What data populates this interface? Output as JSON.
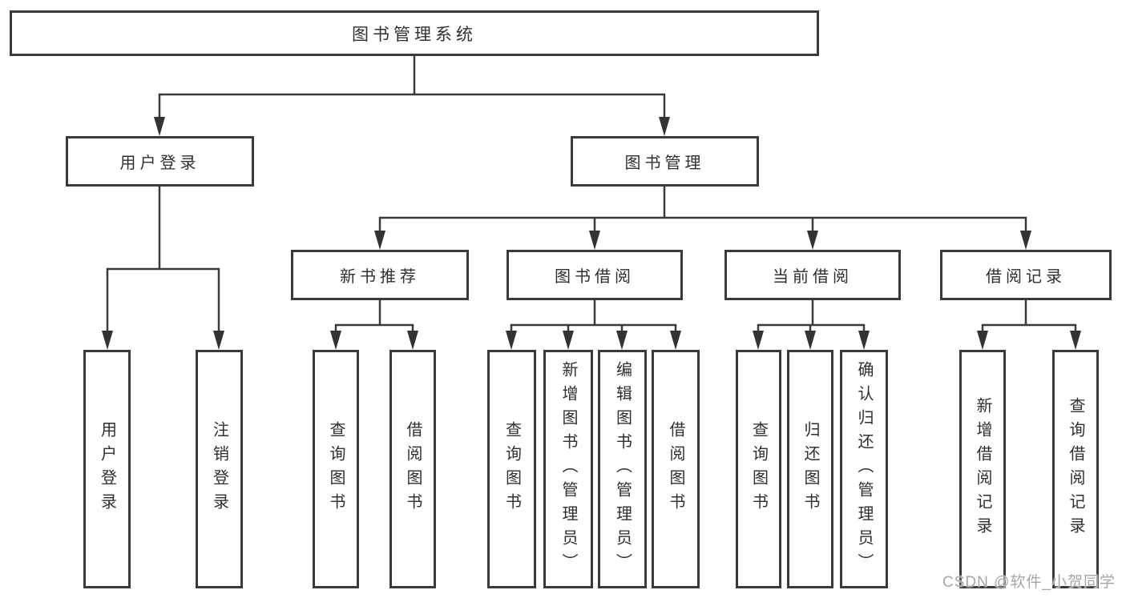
{
  "tree": {
    "root": {
      "label": "图书管理系统"
    },
    "level2": [
      {
        "label": "用户登录",
        "children": [
          {
            "label": "用户登录"
          },
          {
            "label": "注销登录"
          }
        ]
      },
      {
        "label": "图书管理",
        "children": [
          {
            "label": "新书推荐",
            "children": [
              {
                "label": "查询图书"
              },
              {
                "label": "借阅图书"
              }
            ]
          },
          {
            "label": "图书借阅",
            "children": [
              {
                "label": "查询图书"
              },
              {
                "label": "新增图书（管理员）"
              },
              {
                "label": "编辑图书（管理员）"
              },
              {
                "label": "借阅图书"
              }
            ]
          },
          {
            "label": "当前借阅",
            "children": [
              {
                "label": "查询图书"
              },
              {
                "label": "归还图书"
              },
              {
                "label": "确认归还（管理员）"
              }
            ]
          },
          {
            "label": "借阅记录",
            "children": [
              {
                "label": "新增借阅记录"
              },
              {
                "label": "查询借阅记录"
              }
            ]
          }
        ]
      }
    ]
  },
  "watermark": "CSDN @软件_小贺同学",
  "colors": {
    "line": "#3a3a3a",
    "box_border": "#3a3a3a",
    "text": "#2f2f2f",
    "watermark": "#a3a3a3",
    "background": "#ffffff"
  }
}
